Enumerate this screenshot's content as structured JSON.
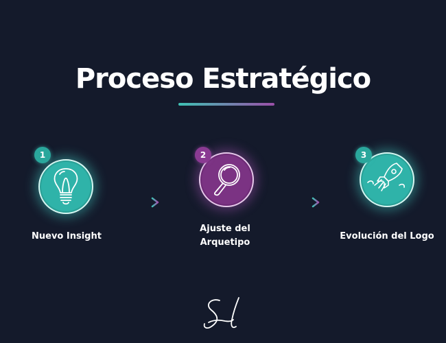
{
  "title": "Proceso Estratégico",
  "colors": {
    "background": "#141a2b",
    "teal": "#2fb3a9",
    "purple": "#7b3383",
    "accent_gradient_start": "#3fc1b4",
    "accent_gradient_end": "#9b4fa8"
  },
  "steps": [
    {
      "number": "1",
      "label": "Nuevo Insight",
      "icon": "lightbulb-icon",
      "color": "teal"
    },
    {
      "number": "2",
      "label_line1": "Ajuste del",
      "label_line2": "Arquetipo",
      "icon": "magnifying-glass-icon",
      "color": "purple"
    },
    {
      "number": "3",
      "label": "Evolución del Logo",
      "icon": "rocket-icon",
      "color": "teal"
    }
  ],
  "arrows": [
    "arrow-right-icon",
    "arrow-right-icon"
  ],
  "signature": {
    "text": "Sl",
    "icon": "signature-logo"
  }
}
